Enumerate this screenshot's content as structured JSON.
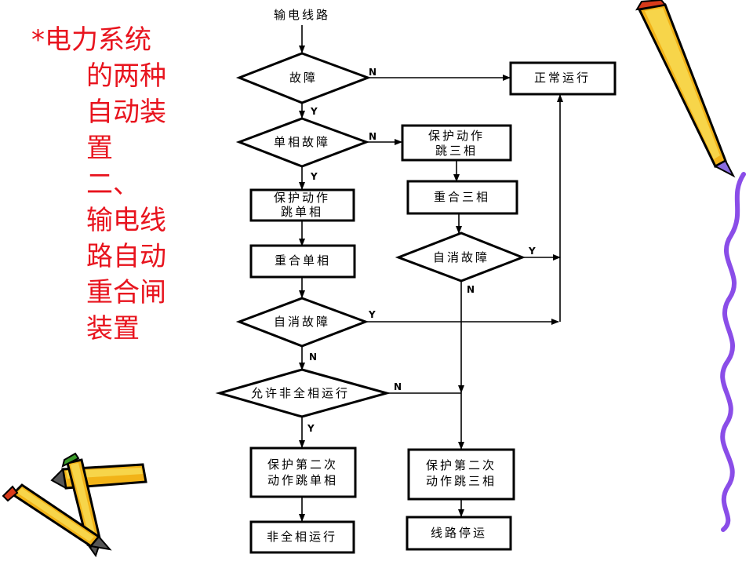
{
  "title_lines": [
    "*电力系统",
    "的两种",
    "自动装",
    "置",
    "二、",
    "输电线",
    "路自动",
    "重合闸",
    "装置"
  ],
  "flow": {
    "start": "输电线路",
    "fault": "故障",
    "single_phase_fault": "单相故障",
    "normal": "正常运行",
    "trip_single_1": "保护动作",
    "trip_single_2": "跳单相",
    "reclose_single": "重合单相",
    "self_clear_1": "自消故障",
    "allow_open_phase": "允许非全相运行",
    "second_trip_single_1": "保护第二次",
    "second_trip_single_2": "动作跳单相",
    "open_phase_run": "非全相运行",
    "trip_three_1": "保护动作",
    "trip_three_2": "跳三相",
    "reclose_three": "重合三相",
    "self_clear_2": "自消故障",
    "second_trip_three_1": "保护第二次",
    "second_trip_three_2": "动作跳三相",
    "line_stop": "线路停运"
  },
  "yn": {
    "yes": "Y",
    "no": "N"
  }
}
